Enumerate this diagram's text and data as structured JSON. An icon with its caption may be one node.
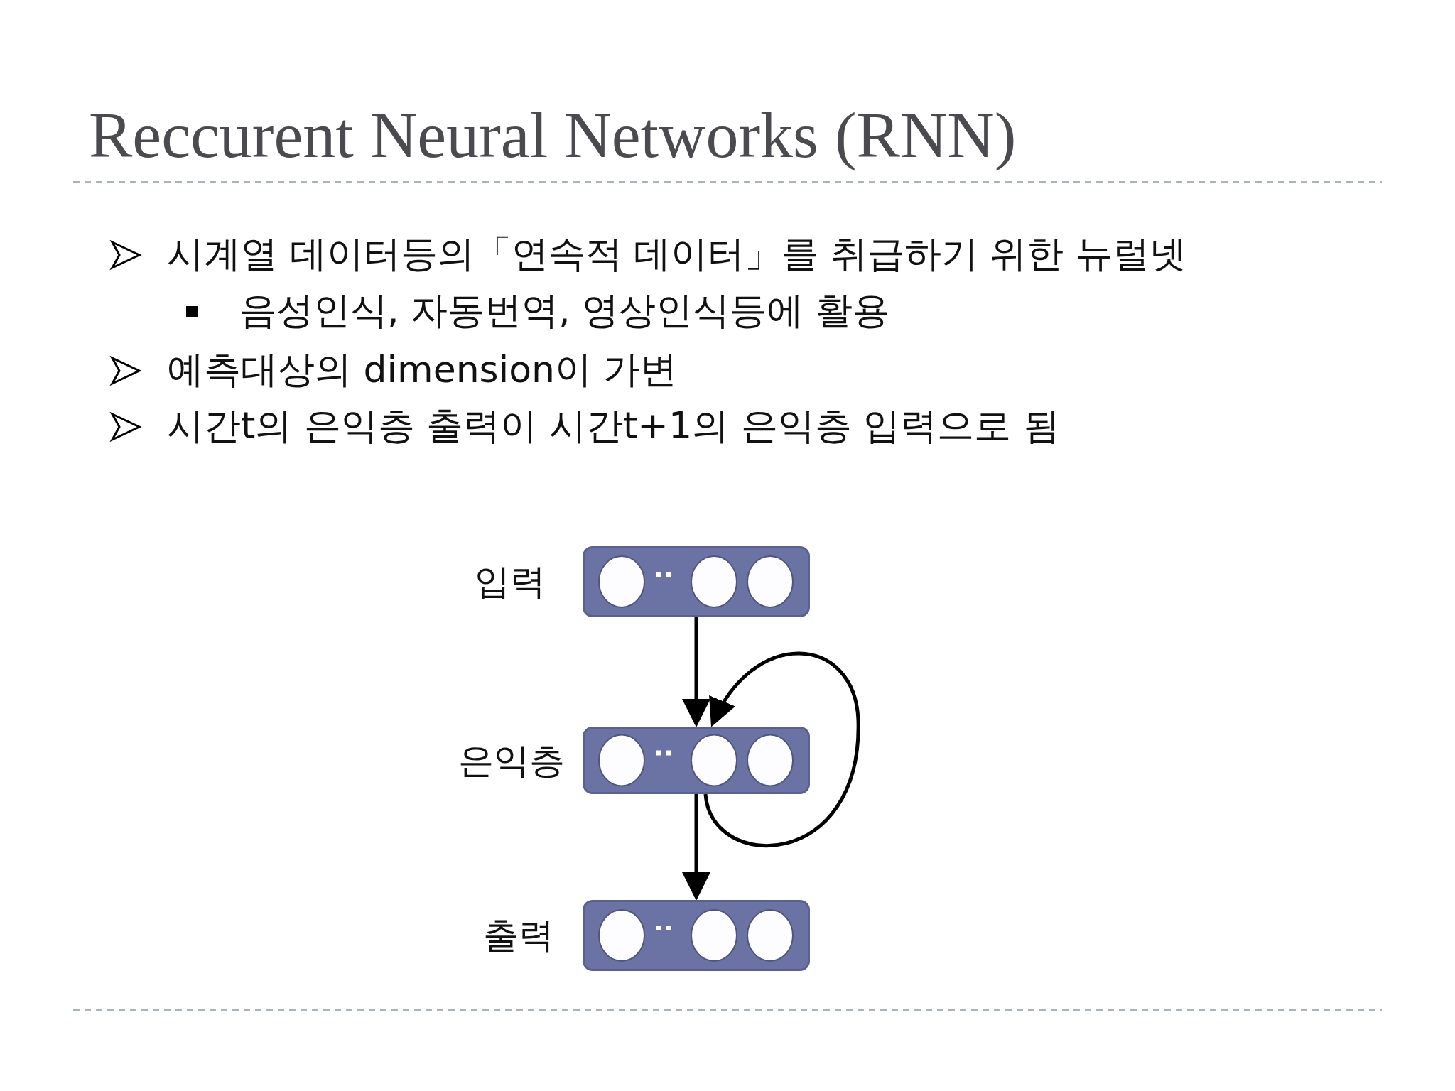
{
  "diagram": {
    "title": "Reccurent Neural Networks (RNN)",
    "nodes": [
      {
        "text": [
          "입력"
        ]
      },
      {
        "text": [
          "은익층"
        ]
      },
      {
        "text": [
          "출력"
        ]
      }
    ],
    "edges": [
      {
        "from": 0,
        "to": 1,
        "arrow": "to"
      },
      {
        "from": 1,
        "to": 2,
        "arrow": "to"
      },
      {
        "from": 1,
        "to": 1,
        "arrow": "to"
      }
    ],
    "labels": [
      "시계열 데이터등의「연속적 데이터」를 취급하기 위한 뉴럴넷",
      "음성인식, 자동번역, 영상인식등에 활용",
      "예측대상의 dimension이 가변",
      "시간t의 은익층 출력이 시간t+1의 은익층 입력으로 됨"
    ]
  }
}
